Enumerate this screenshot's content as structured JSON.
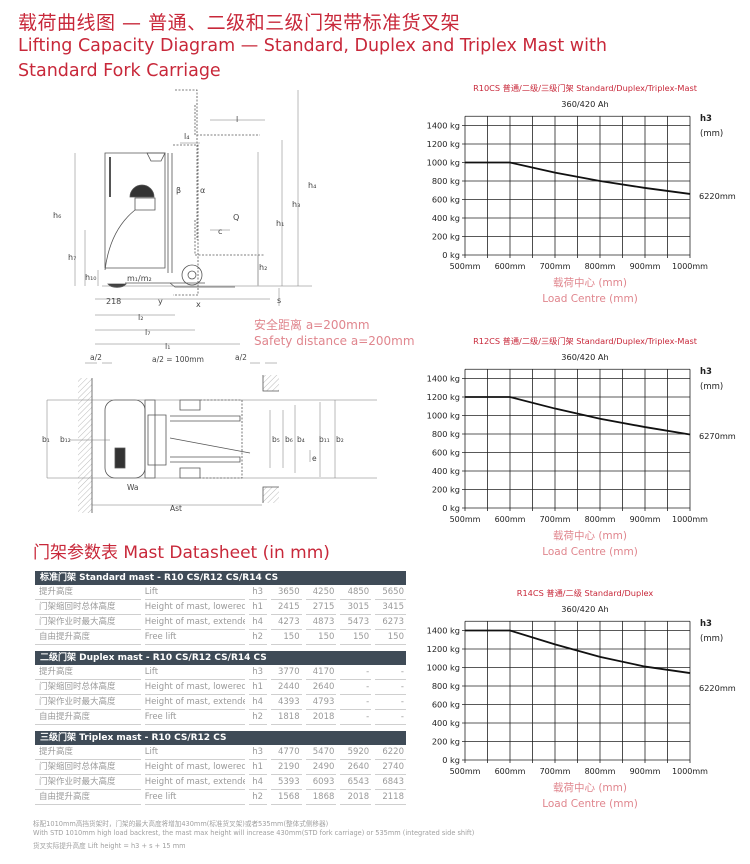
{
  "header": {
    "title_cn": "载荷曲线图 — 普通、二级和三级门架带标准货叉架",
    "title_en_line1": "Lifting Capacity Diagram — Standard, Duplex and Triplex Mast with",
    "title_en_line2": "Standard Fork Carriage"
  },
  "diagram": {
    "safety_cn": "安全距离  a=200mm",
    "safety_en": "Safety distance a=200mm",
    "labels": {
      "l": "l",
      "l4": "l₄",
      "beta": "β",
      "alpha": "α",
      "Q": "Q",
      "c": "c",
      "h1": "h₁",
      "h2": "h₂",
      "h3": "h₃",
      "h4": "h₄",
      "h6": "h₆",
      "h7": "h₇",
      "h10": "h₁₀",
      "m": "m₁/m₂",
      "s": "s",
      "d218": "218",
      "y": "y",
      "x": "x",
      "l2": "l₂",
      "l7": "l₇",
      "l1": "l₁",
      "a2_left": "a/2",
      "a2_mid": "a/2 = 100mm",
      "a2_right": "a/2",
      "b1": "b₁",
      "b12": "b₁₂",
      "b5": "b₅",
      "b6": "b₆",
      "b4": "b₄",
      "b11": "b₁₁",
      "b2": "b₂",
      "e": "e",
      "Wa": "Wa",
      "Ast": "Ast"
    }
  },
  "datasheet": {
    "title": "门架参数表  Mast Datasheet (in mm)",
    "sections": [
      {
        "header": "标准门架 Standard mast - R10 CS/R12 CS/R14 CS",
        "rows": [
          {
            "cn": "提升高度",
            "en": "Lift",
            "sym": "h3",
            "values": [
              "3650",
              "4250",
              "4850",
              "5650"
            ]
          },
          {
            "cn": "门架缩回时总体高度",
            "en": "Height of mast, lowered",
            "sym": "h1",
            "values": [
              "2415",
              "2715",
              "3015",
              "3415"
            ]
          },
          {
            "cn": "门架作业时最大高度",
            "en": "Height of mast, extended",
            "sym": "h4",
            "values": [
              "4273",
              "4873",
              "5473",
              "6273"
            ]
          },
          {
            "cn": "自由提升高度",
            "en": "Free lift",
            "sym": "h2",
            "values": [
              "150",
              "150",
              "150",
              "150"
            ]
          }
        ]
      },
      {
        "header": "二级门架 Duplex mast - R10 CS/R12 CS/R14 CS",
        "rows": [
          {
            "cn": "提升高度",
            "en": "Lift",
            "sym": "h3",
            "values": [
              "3770",
              "4170",
              "-",
              "-"
            ]
          },
          {
            "cn": "门架缩回时总体高度",
            "en": "Height of mast, lowered",
            "sym": "h1",
            "values": [
              "2440",
              "2640",
              "-",
              "-"
            ]
          },
          {
            "cn": "门架作业时最大高度",
            "en": "Height of mast, extended",
            "sym": "h4",
            "values": [
              "4393",
              "4793",
              "-",
              "-"
            ]
          },
          {
            "cn": "自由提升高度",
            "en": "Free lift",
            "sym": "h2",
            "values": [
              "1818",
              "2018",
              "-",
              "-"
            ]
          }
        ]
      },
      {
        "header": "三级门架 Triplex mast - R10 CS/R12 CS",
        "rows": [
          {
            "cn": "提升高度",
            "en": "Lift",
            "sym": "h3",
            "values": [
              "4770",
              "5470",
              "5920",
              "6220"
            ]
          },
          {
            "cn": "门架缩回时总体高度",
            "en": "Height of mast, lowered",
            "sym": "h1",
            "values": [
              "2190",
              "2490",
              "2640",
              "2740"
            ]
          },
          {
            "cn": "门架作业时最大高度",
            "en": "Height of mast, extended",
            "sym": "h4",
            "values": [
              "5393",
              "6093",
              "6543",
              "6843"
            ]
          },
          {
            "cn": "自由提升高度",
            "en": "Free lift",
            "sym": "h2",
            "values": [
              "1568",
              "1868",
              "2018",
              "2118"
            ]
          }
        ]
      }
    ],
    "footnotes": [
      "标配1010mm高挡货架时，门架的最大高度将增加430mm(标准货叉架)或者535mm(整体式侧移器)",
      "With STD 1010mm high load backrest, the mast max height will increase 430mm(STD fork carriage) or 535mm (integrated side shift)",
      "货叉实际提升高度 Lift height = h3 + s + 15 mm"
    ]
  },
  "colors": {
    "accent": "#c8283a",
    "table_header": "#3f4b57",
    "safety": "#e0868e"
  },
  "chart_data": [
    {
      "type": "line",
      "title": "R10CS 普通/二级/三级门架  Standard/Duplex/Triplex-Mast",
      "subtitle": "360/420 Ah",
      "xlabel_cn": "载荷中心 (mm)",
      "xlabel": "Load Centre (mm)",
      "ylabel": "",
      "h3_label": "h3",
      "h3_unit": "(mm)",
      "series_label": "6220mm",
      "series_label_value": 660,
      "xlim": [
        500,
        1000
      ],
      "ylim": [
        0,
        1500
      ],
      "xticks": [
        500,
        600,
        700,
        800,
        900,
        1000
      ],
      "xtick_labels": [
        "500mm",
        "600mm",
        "700mm",
        "800mm",
        "900mm",
        "1000mm"
      ],
      "yticks": [
        0,
        200,
        400,
        600,
        800,
        1000,
        1200,
        1400
      ],
      "ytick_labels": [
        "0 kg",
        "200 kg",
        "400 kg",
        "600 kg",
        "800 kg",
        "1000 kg",
        "1200 kg",
        "1400 kg"
      ],
      "grid": true,
      "x": [
        500,
        600,
        700,
        800,
        900,
        1000
      ],
      "y": [
        1000,
        1000,
        890,
        800,
        725,
        660
      ]
    },
    {
      "type": "line",
      "title": "R12CS 普通/二级/三级门架  Standard/Duplex/Triplex-Mast",
      "subtitle": "360/420 Ah",
      "xlabel_cn": "载荷中心 (mm)",
      "xlabel": "Load Centre (mm)",
      "ylabel": "",
      "h3_label": "h3",
      "h3_unit": "(mm)",
      "series_label": "6270mm",
      "series_label_value": 800,
      "xlim": [
        500,
        1000
      ],
      "ylim": [
        0,
        1500
      ],
      "xticks": [
        500,
        600,
        700,
        800,
        900,
        1000
      ],
      "xtick_labels": [
        "500mm",
        "600mm",
        "700mm",
        "800mm",
        "900mm",
        "1000mm"
      ],
      "yticks": [
        0,
        200,
        400,
        600,
        800,
        1000,
        1200,
        1400
      ],
      "ytick_labels": [
        "0 kg",
        "200 kg",
        "400 kg",
        "600 kg",
        "800 kg",
        "1000 kg",
        "1200 kg",
        "1400 kg"
      ],
      "grid": true,
      "x": [
        500,
        600,
        700,
        800,
        900,
        1000
      ],
      "y": [
        1200,
        1200,
        1075,
        965,
        875,
        795
      ]
    },
    {
      "type": "line",
      "title": "R14CS 普通/二级  Standard/Duplex",
      "subtitle": "360/420 Ah",
      "xlabel_cn": "载荷中心 (mm)",
      "xlabel": "Load Centre (mm)",
      "ylabel": "",
      "h3_label": "h3",
      "h3_unit": "(mm)",
      "series_label": "6220mm",
      "series_label_value": 800,
      "xlim": [
        500,
        1000
      ],
      "ylim": [
        0,
        1500
      ],
      "xticks": [
        500,
        600,
        700,
        800,
        900,
        1000
      ],
      "xtick_labels": [
        "500mm",
        "600mm",
        "700mm",
        "800mm",
        "900mm",
        "1000mm"
      ],
      "yticks": [
        0,
        200,
        400,
        600,
        800,
        1000,
        1200,
        1400
      ],
      "ytick_labels": [
        "0 kg",
        "200 kg",
        "400 kg",
        "600 kg",
        "800 kg",
        "1000 kg",
        "1200 kg",
        "1400 kg"
      ],
      "grid": true,
      "x": [
        500,
        600,
        700,
        800,
        900,
        1000
      ],
      "y": [
        1400,
        1400,
        1250,
        1115,
        1010,
        940
      ]
    }
  ]
}
